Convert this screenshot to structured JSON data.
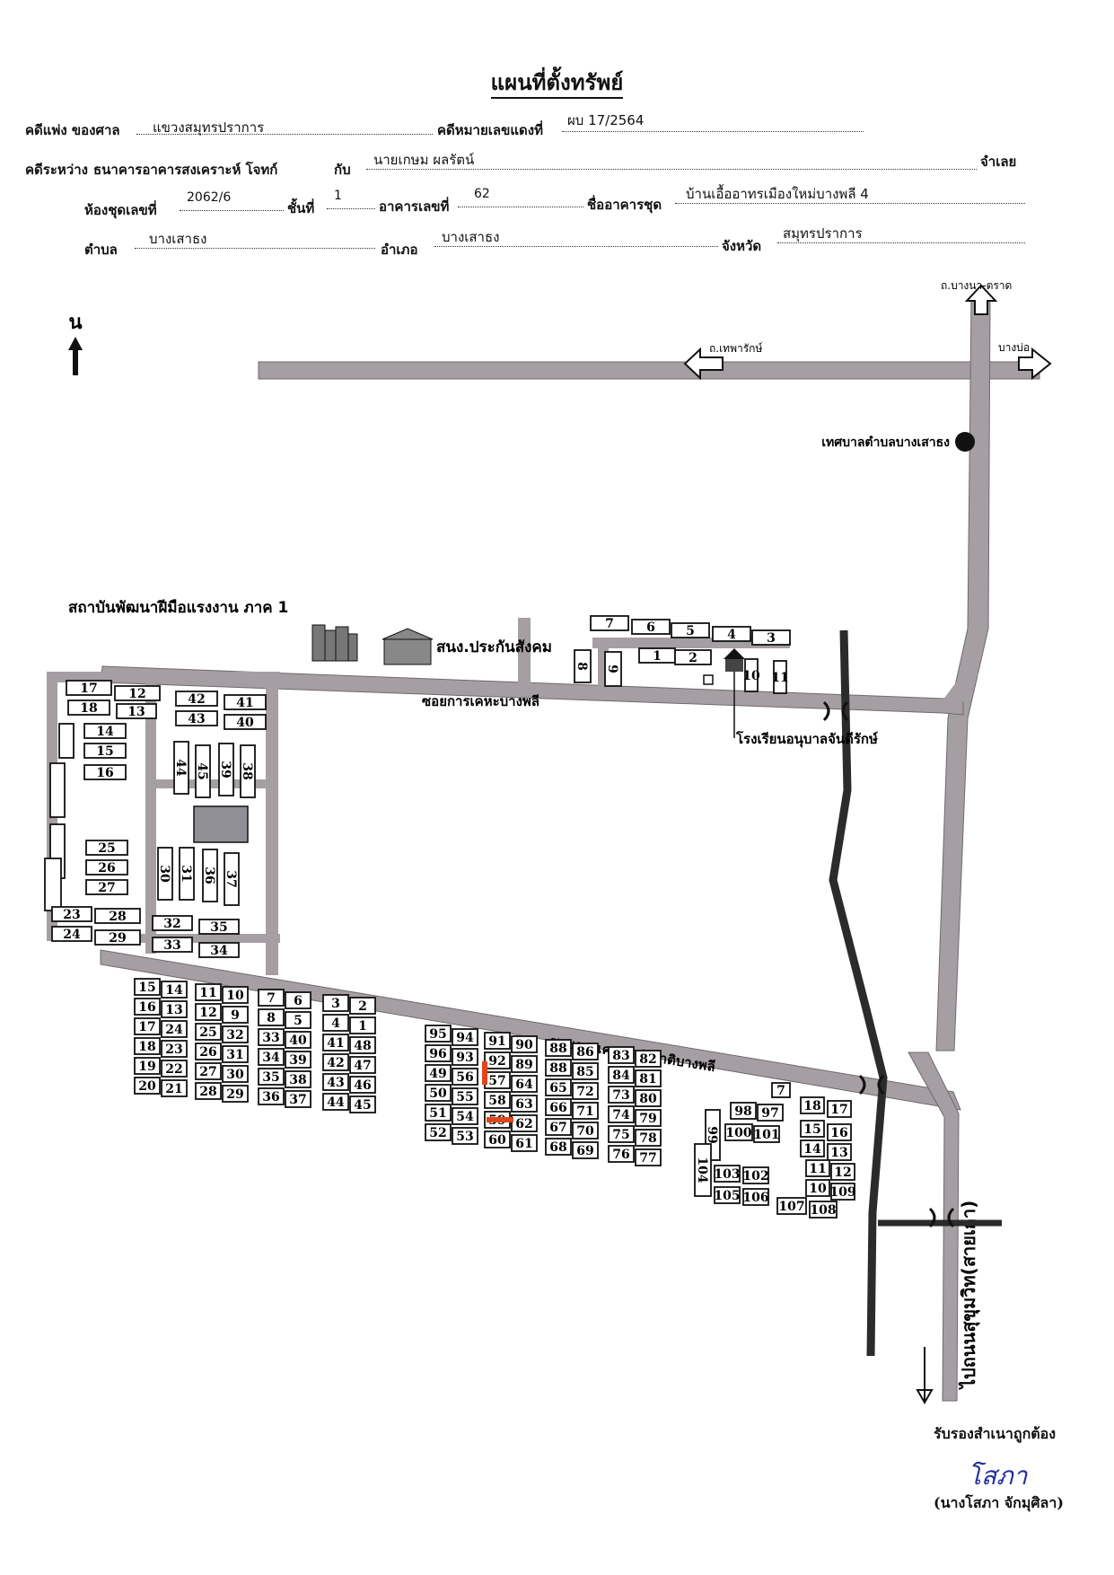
{
  "header": {
    "title": "แผนที่ตั้งทรัพย์",
    "court_label": "คดีแพ่ง ของศาล",
    "court_value": "แขวงสมุทรปราการ",
    "case_label": "คดีหมายเลขแดงที่",
    "case_value": "ผบ 17/2564",
    "parties_label": "คดีระหว่าง",
    "plaintiff": "ธนาคารอาคารสงเคราะห์ โจทก์",
    "with_label": "กับ",
    "defendant": "นายเกษม ผลรัตน์",
    "defendant_suffix": "จำเลย",
    "unit_label": "ห้องชุดเลขที่",
    "unit_value": "2062/6",
    "floor_label": "ชั้นที่",
    "floor_value": "1",
    "building_label": "อาคารเลขที่",
    "building_value": "62",
    "condo_label": "ชื่ออาคารชุด",
    "condo_value": "บ้านเอื้ออาทรเมืองใหม่บางพลี 4",
    "subdistrict_label": "ตำบล",
    "subdistrict_value": "บางเสาธง",
    "district_label": "อำเภอ",
    "district_value": "บางเสาธง",
    "province_label": "จังหวัด",
    "province_value": "สมุทรปราการ"
  },
  "map": {
    "north": "น",
    "road_bangna_trat": "ถ.บางนา-ตราด",
    "road_thepharak": "ถ.เทพารักษ์",
    "road_bangbo": "บางบ่อ",
    "municipality": "เทศบาลตำบลบางเสาธง",
    "institute": "สถาบันพัฒนาฝีมือแรงงาน ภาค 1",
    "social_security": "สนง.ประกันสังคม",
    "soi_kheha_bangphli": "ซอยการเคหะบางพลี",
    "kindergarten": "โรงเรียนอนุบาลจันดีรักษ์",
    "soi_kheha_national": "ซอยการเคหะแห่งชาติบางพลี",
    "sukhumvit": "ไปถนนสุขุมวิท(สายเก่า)",
    "colors": {
      "road": "#a59ea3",
      "road_edge": "#6f6a6d",
      "highway": "#2b2b2b",
      "target": "#e0461c",
      "park": "#8f8f95"
    }
  },
  "certification": {
    "certified": "รับรองสำเนาถูกต้อง",
    "signature": "โสภา",
    "name": "(นางโสภา จักมุศิลา)"
  }
}
